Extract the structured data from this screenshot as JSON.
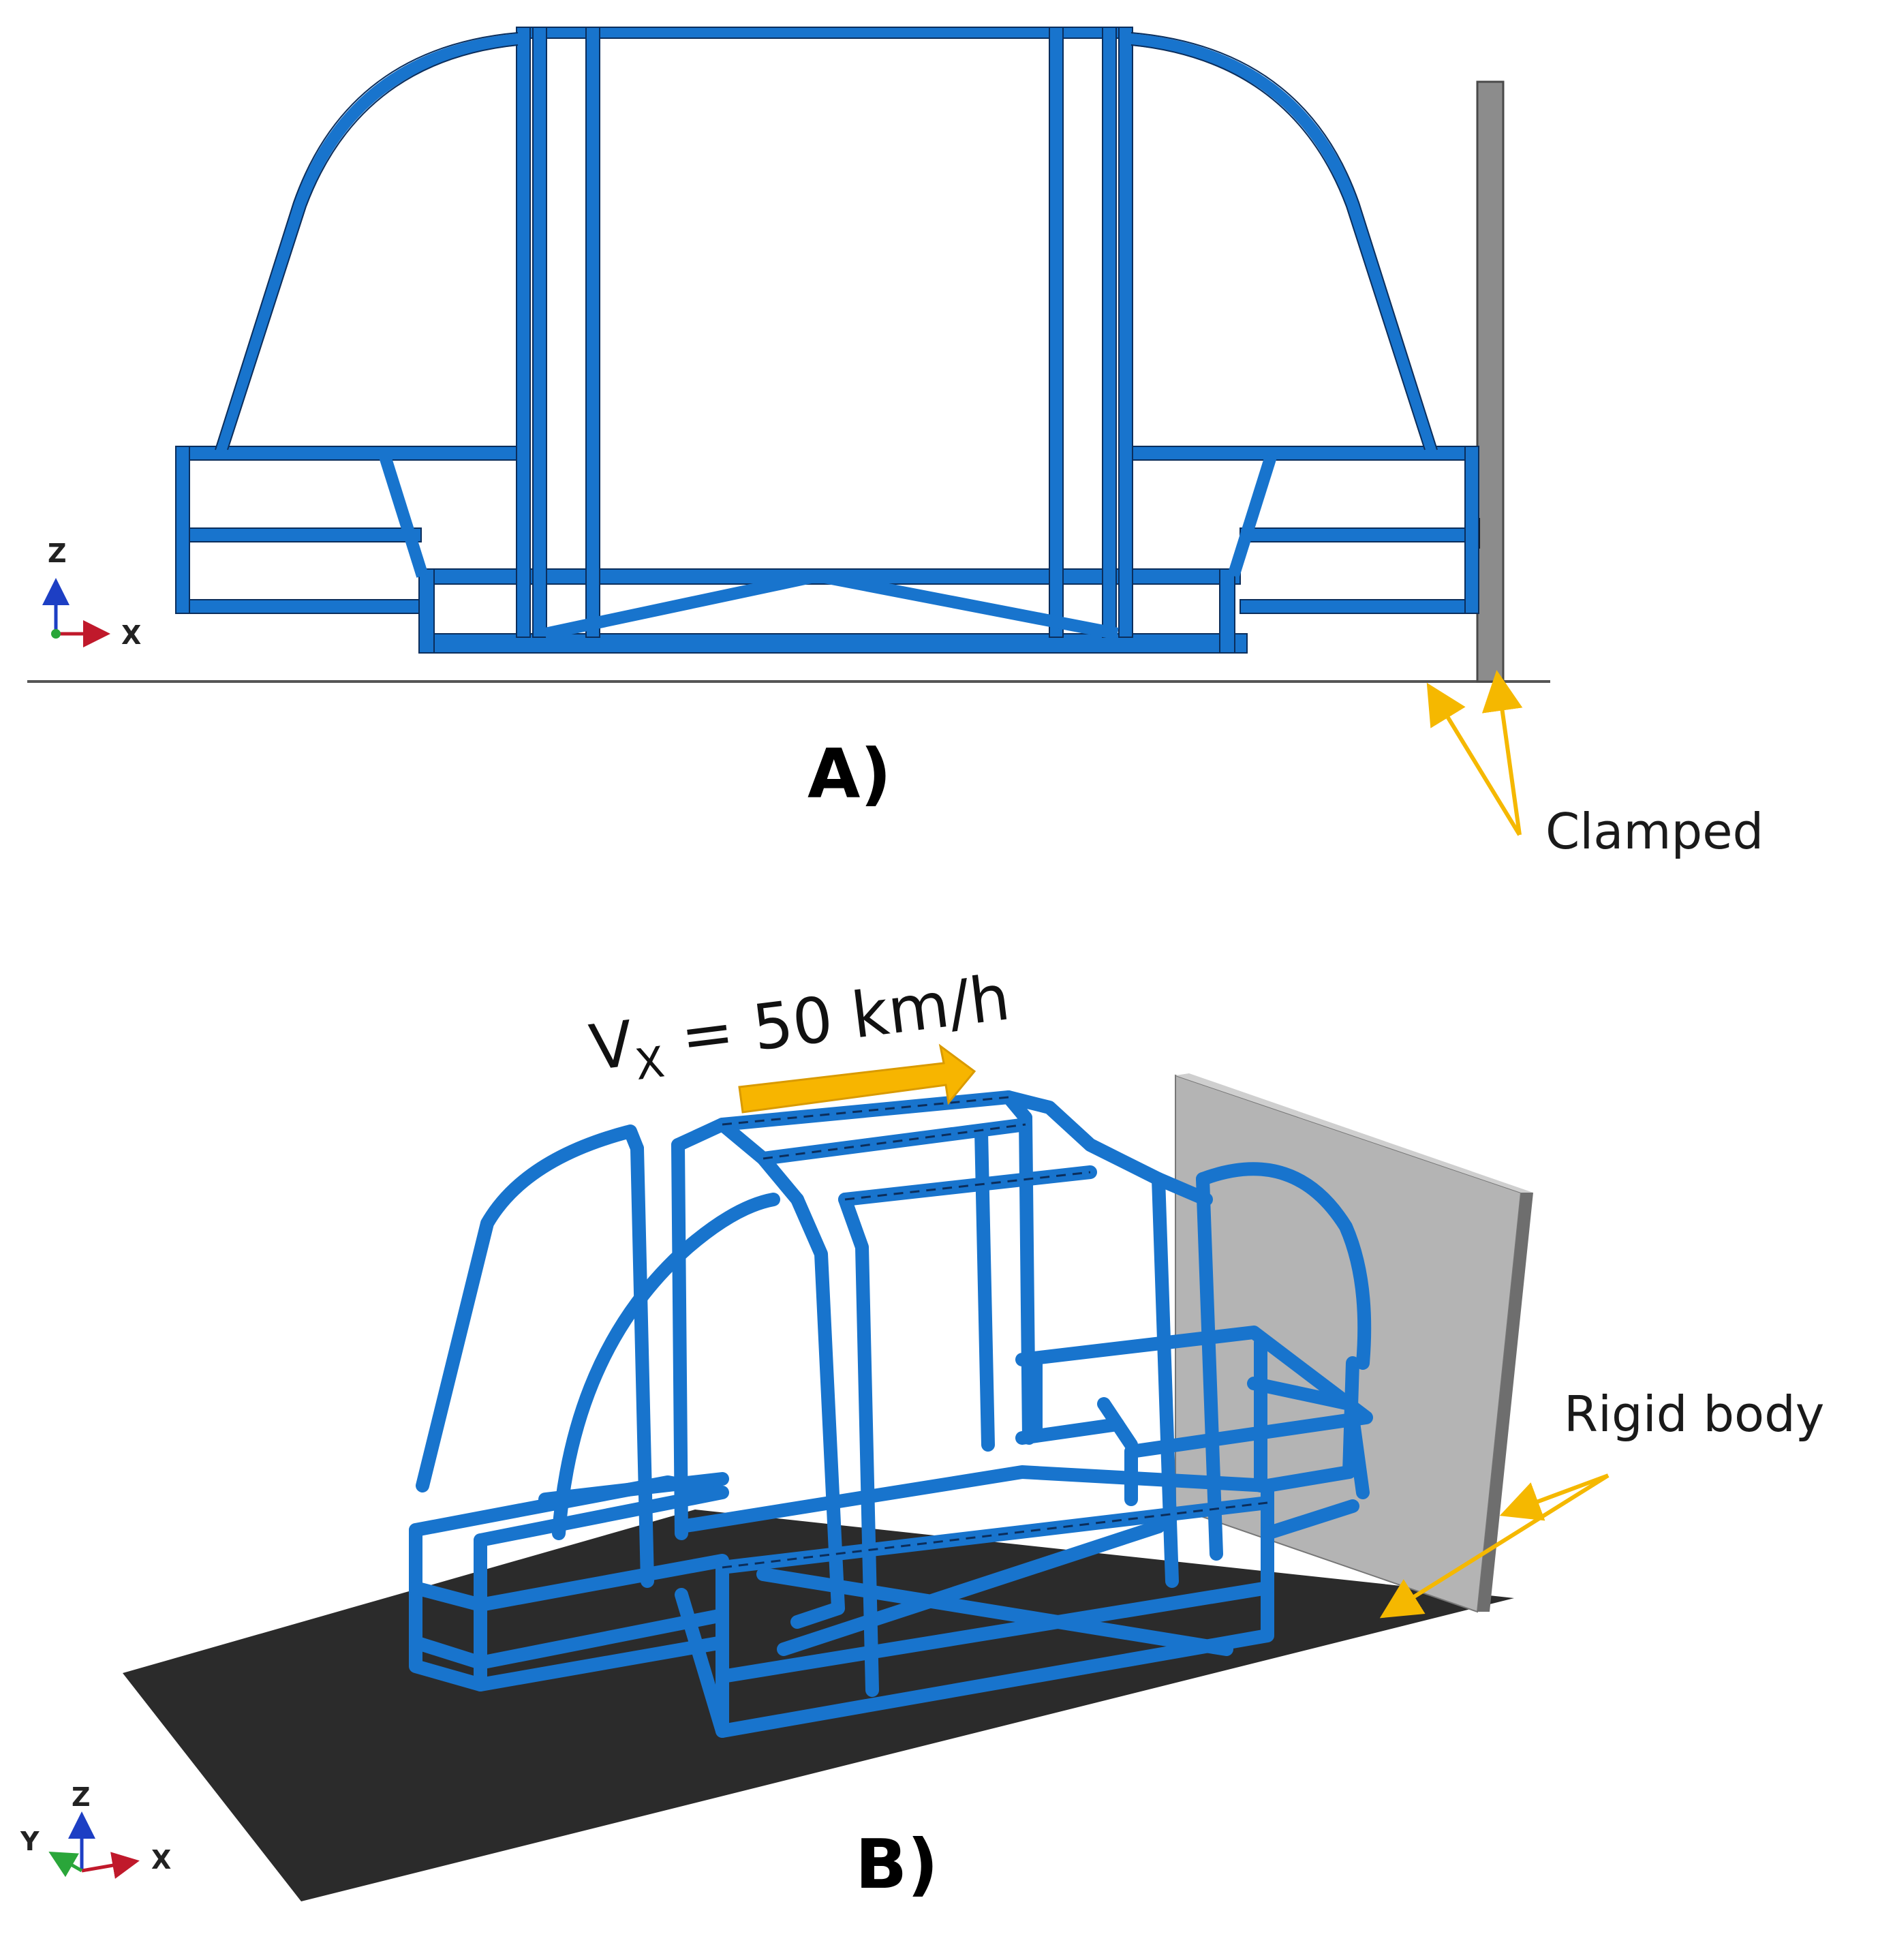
{
  "panels": {
    "a": {
      "label": "A)"
    },
    "b": {
      "label": "B)"
    }
  },
  "annotations": {
    "clamped": "Clamped",
    "rigid_body": "Rigid body"
  },
  "velocity": {
    "symbol": "V",
    "subscript": "X",
    "rest": " = 50 km/h"
  },
  "axis_triad_a": {
    "z": "Z",
    "x": "X"
  },
  "axis_triad_b": {
    "z": "Z",
    "y": "Y",
    "x": "X"
  },
  "colors": {
    "frame": "#1874cd",
    "frame_edge": "#0b2e5c",
    "wall": "#8c8c8c",
    "wall_3d": "#b4b4b4",
    "ground_3d": "#2b2b2b",
    "annotation_arrow": "#f5b800",
    "velocity_arrow": "#f7b500"
  }
}
